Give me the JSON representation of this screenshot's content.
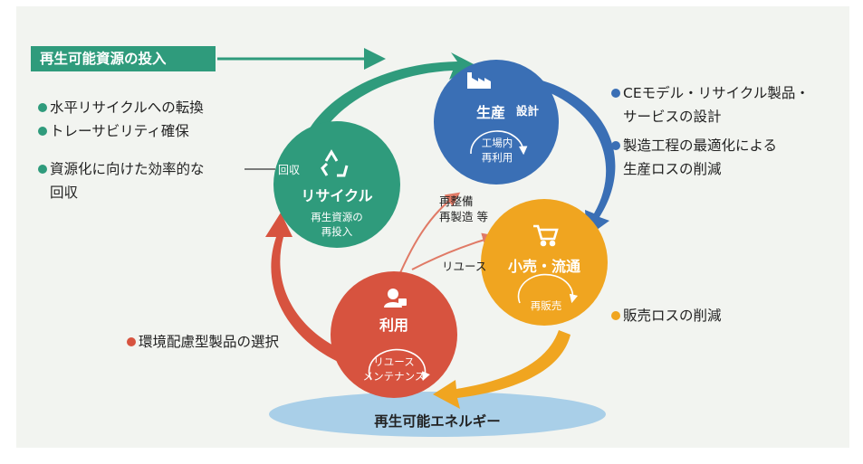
{
  "colors": {
    "panel_bg": "#f2f4f0",
    "green": "#2f9b7c",
    "blue": "#3a6fb5",
    "yellow": "#f0a520",
    "red": "#d7533f",
    "energy": "#a9cfe8"
  },
  "banner": {
    "text": "再生可能資源の投入"
  },
  "nodes": {
    "recycle": {
      "icon": "recycle-icon",
      "title": "リサイクル",
      "sub1": "再生資源の",
      "sub2": "再投入",
      "side_label": "回収"
    },
    "production": {
      "icon": "factory-icon",
      "title": "生産",
      "side_label": "設計",
      "loop1": "工場内",
      "loop2": "再利用"
    },
    "retail": {
      "icon": "cart-icon",
      "title": "小売・流通",
      "loop": "再販売"
    },
    "use": {
      "icon": "user-icon",
      "title": "利用",
      "loop1": "リユース",
      "loop2": "メンテナンス"
    }
  },
  "inner": {
    "remanufacture1": "再整備",
    "remanufacture2": "再製造 等",
    "reuse": "リユース"
  },
  "energy": {
    "text": "再生可能エネルギー"
  },
  "notes_left": [
    {
      "text": "水平リサイクルへの転換",
      "color": "#2f9b7c"
    },
    {
      "text": "トレーサビリティ確保",
      "color": "#2f9b7c"
    },
    {
      "text": "資源化に向けた効率的な",
      "color": "#2f9b7c"
    },
    {
      "text": "回収"
    }
  ],
  "notes_right_top": [
    {
      "text": "CEモデル・リサイクル製品・",
      "color": "#3a6fb5"
    },
    {
      "text": "サービスの設計"
    },
    {
      "text": "製造工程の最適化による",
      "color": "#3a6fb5"
    },
    {
      "text": "生産ロスの削減"
    }
  ],
  "note_retail": {
    "text": "販売ロスの削減",
    "color": "#f0a520"
  },
  "note_use": {
    "text": "環境配慮型製品の選択",
    "color": "#d7533f"
  }
}
